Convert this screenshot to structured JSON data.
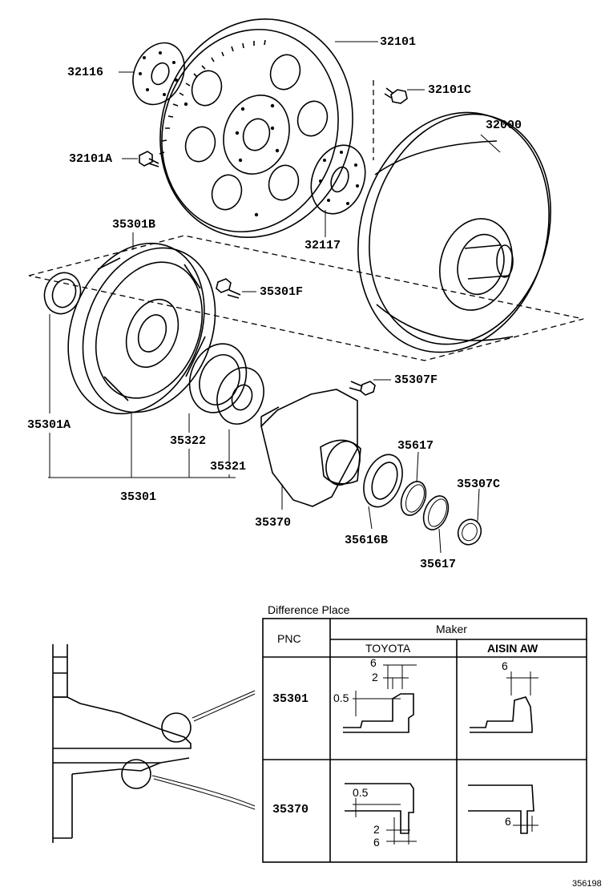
{
  "parts": {
    "p32101": "32101",
    "p32116": "32116",
    "p32101C": "32101C",
    "p32000": "32000",
    "p32101A": "32101A",
    "p32117": "32117",
    "p35301B": "35301B",
    "p35301F": "35301F",
    "p35307F": "35307F",
    "p35301A": "35301A",
    "p35322": "35322",
    "p35321": "35321",
    "p35617a": "35617",
    "p35307C": "35307C",
    "p35301": "35301",
    "p35370": "35370",
    "p35616B": "35616B",
    "p35617b": "35617"
  },
  "table": {
    "title": "Difference Place",
    "pnc_header": "PNC",
    "maker_header": "Maker",
    "maker1": "TOYOTA",
    "maker2": "AISIN AW",
    "row1_pnc": "35301",
    "row2_pnc": "35370",
    "dims": {
      "t1_6": "6",
      "t1_2": "2",
      "t1_05": "0.5",
      "a1_6": "6",
      "t2_05": "0.5",
      "t2_2": "2",
      "t2_6": "6",
      "a2_6": "6"
    }
  },
  "figure_number": "356198"
}
